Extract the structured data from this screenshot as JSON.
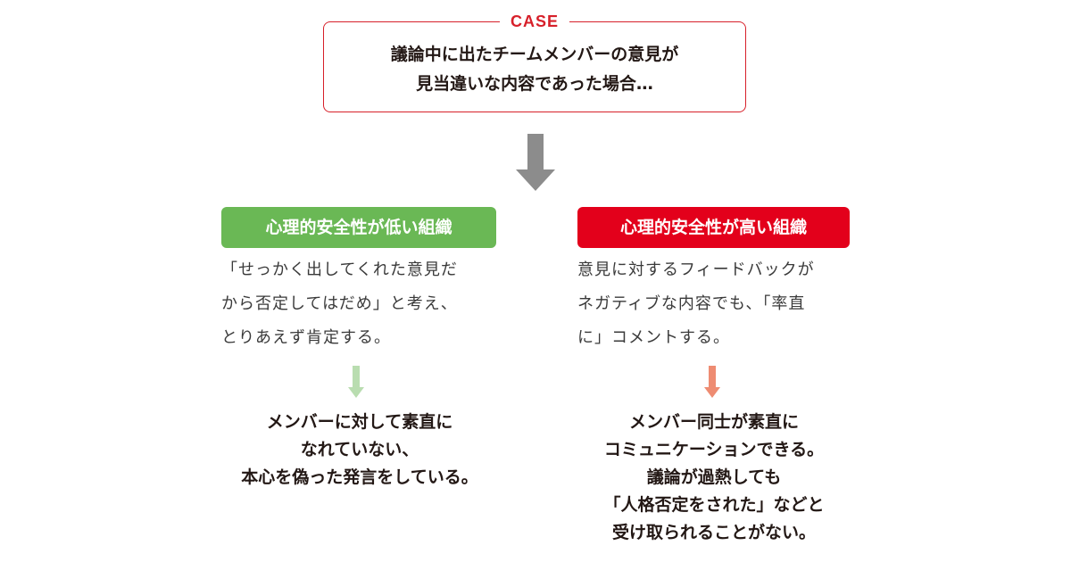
{
  "case": {
    "label": "CASE",
    "lines": [
      "議論中に出たチームメンバーの意見が",
      "見当違いな内容であった場合…"
    ]
  },
  "left": {
    "title": "心理的安全性が低い組織",
    "description": [
      "「せっかく出してくれた意見だ",
      "から否定してはだめ」と考え、",
      "とりあえず肯定する。"
    ],
    "result": [
      "メンバーに対して素直に",
      "なれていない、",
      "本心を偽った発言をしている。"
    ]
  },
  "right": {
    "title": "心理的安全性が高い組織",
    "description": [
      "意見に対するフィードバックが",
      "ネガティブな内容でも、「率直",
      "に」コメントする。"
    ],
    "result": [
      "メンバー同士が素直に",
      "コミュニケーションできる。",
      "議論が過熱しても",
      "「人格否定をされた」などと",
      "受け取られることがない。"
    ]
  },
  "colors": {
    "case_border": "#d7202a",
    "low_accent": "#6ab855",
    "high_accent": "#e3001b",
    "main_arrow": "#8c8c8c",
    "low_arrow": "#b9ddb0",
    "high_arrow": "#ee8c72"
  }
}
